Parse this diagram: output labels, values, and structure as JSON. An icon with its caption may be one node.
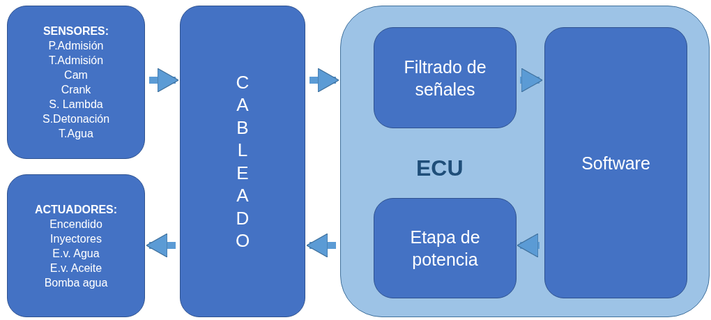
{
  "diagram": {
    "nodes": [
      {
        "text": [
          "SENSORES:",
          "P.Admisión",
          "T.Admisión",
          "Cam",
          "Crank",
          "S. Lambda",
          "S.Detonación",
          "T.Agua"
        ]
      },
      {
        "text": [
          "ACTUADORES:",
          "Encendido",
          "Inyectores",
          "E.v. Agua",
          "E.v. Aceite",
          "Bomba agua"
        ]
      },
      {
        "text": [
          "CABLEADO"
        ]
      },
      {
        "text": [
          "ECU"
        ]
      },
      {
        "text": [
          "Filtrado de señales"
        ],
        "in": 3
      },
      {
        "text": [
          "Etapa de potencia"
        ],
        "in": 3
      },
      {
        "text": [
          "Software"
        ],
        "in": 3
      }
    ],
    "edges": [
      {
        "from": 0,
        "to": 2,
        "arrow": "to"
      },
      {
        "from": 2,
        "to": 3,
        "arrow": "to"
      },
      {
        "from": 3,
        "to": 2,
        "arrow": "to"
      },
      {
        "from": 2,
        "to": 1,
        "arrow": "to"
      },
      {
        "from": 4,
        "to": 6,
        "arrow": "to"
      },
      {
        "from": 6,
        "to": 5,
        "arrow": "to"
      }
    ]
  }
}
